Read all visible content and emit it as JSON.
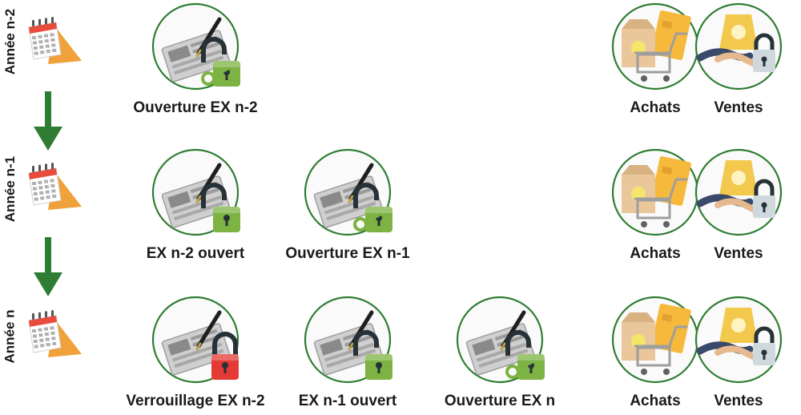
{
  "colors": {
    "ring": "#2e7d32",
    "lock_green": "#7cb342",
    "lock_red": "#e53935",
    "arrow": "#2e7d32",
    "calendar": "#f0a13a"
  },
  "years": [
    {
      "label": "Année n-2",
      "entries": [
        {
          "caption": "Ouverture EX n-2",
          "state": "opening"
        }
      ],
      "trade": {
        "achats": "Achats",
        "ventes": "Ventes"
      }
    },
    {
      "label": "Année n-1",
      "entries": [
        {
          "caption": "EX n-2 ouvert",
          "state": "open"
        },
        {
          "caption": "Ouverture EX n-1",
          "state": "opening"
        }
      ],
      "trade": {
        "achats": "Achats",
        "ventes": "Ventes"
      }
    },
    {
      "label": "Année n",
      "entries": [
        {
          "caption": "Verrouillage EX n-2",
          "state": "locked"
        },
        {
          "caption": "EX n-1 ouvert",
          "state": "open"
        },
        {
          "caption": "Ouverture EX n",
          "state": "opening"
        }
      ],
      "trade": {
        "achats": "Achats",
        "ventes": "Ventes"
      }
    }
  ]
}
